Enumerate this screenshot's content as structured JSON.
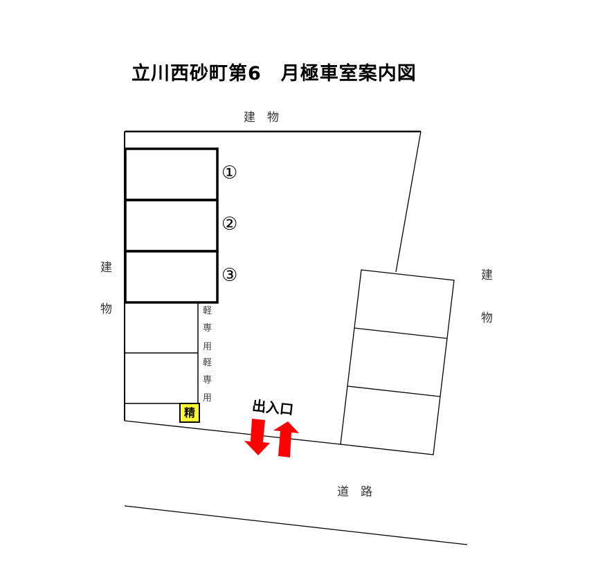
{
  "title": "立川西砂町第6　月極車室案内図",
  "labels": {
    "building_top": "建　物",
    "building_left_1": "建",
    "building_left_2": "物",
    "building_right_1": "建",
    "building_right_2": "物",
    "road": "道　路",
    "entrance": "出入口"
  },
  "spaces": [
    {
      "number": "①"
    },
    {
      "number": "②"
    },
    {
      "number": "③"
    }
  ],
  "kei_only": [
    {
      "chars": [
        "軽",
        "専",
        "用"
      ]
    },
    {
      "chars": [
        "軽",
        "専",
        "用"
      ]
    }
  ],
  "payment_badge": "精",
  "colors": {
    "arrow": "#ff0000",
    "badge_bg": "#ffff33",
    "line": "#000000"
  }
}
